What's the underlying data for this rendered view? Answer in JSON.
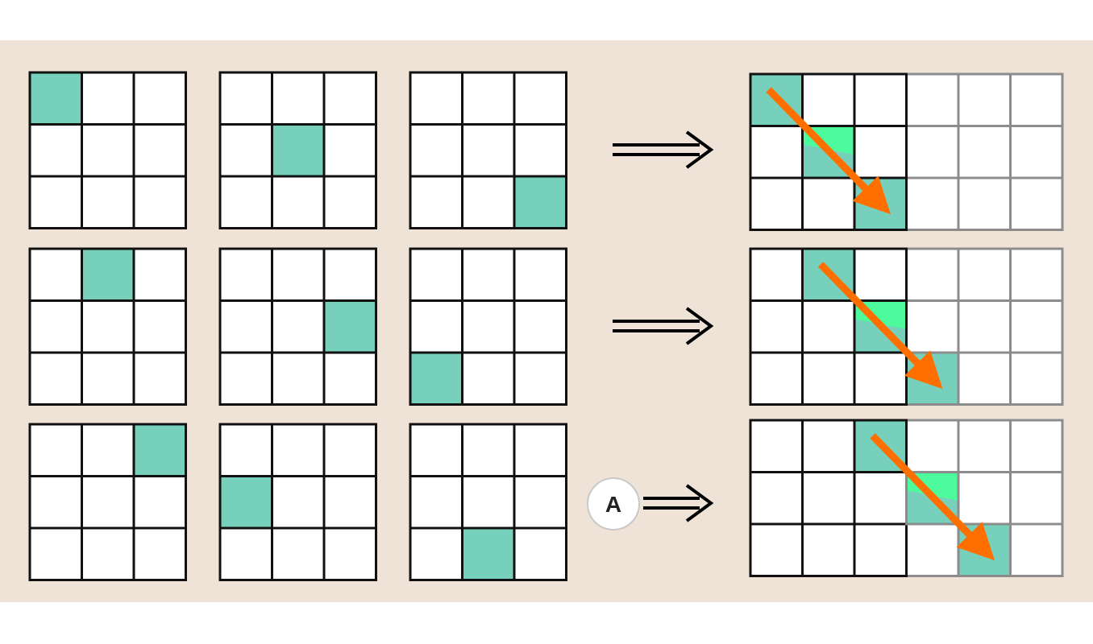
{
  "colors": {
    "background": "#efe3d8",
    "cell_fill": "#ffffff",
    "highlight": "#76d0bb",
    "highlight_bright": "#4dfb9d",
    "grid_line": "#111111",
    "grid_line_faded": "#8c8c8c",
    "arrow": "#ff6f00",
    "implication_arrow": "#000000"
  },
  "puzzle": {
    "rows": [
      {
        "grids": [
          {
            "highlight": [
              0,
              0
            ]
          },
          {
            "highlight": [
              1,
              1
            ]
          },
          {
            "highlight": [
              2,
              2
            ]
          }
        ],
        "answer": {
          "cells": [
            {
              "cell": [
                0,
                0
              ],
              "tone": "normal"
            },
            {
              "cell": [
                1,
                1
              ],
              "tone": "bright"
            },
            {
              "cell": [
                2,
                2
              ],
              "tone": "normal"
            }
          ],
          "trend_arrow": {
            "from_cell": [
              0,
              0
            ],
            "to_cell": [
              2,
              2
            ]
          }
        }
      },
      {
        "grids": [
          {
            "highlight": [
              0,
              1
            ]
          },
          {
            "highlight": [
              1,
              2
            ]
          },
          {
            "highlight": [
              2,
              0
            ]
          }
        ],
        "answer": {
          "cells": [
            {
              "cell": [
                0,
                1
              ],
              "tone": "normal"
            },
            {
              "cell": [
                1,
                2
              ],
              "tone": "bright"
            },
            {
              "cell": [
                2,
                3
              ],
              "tone": "normal"
            }
          ],
          "trend_arrow": {
            "from_cell": [
              0,
              1
            ],
            "to_cell": [
              2,
              3
            ]
          }
        }
      },
      {
        "grids": [
          {
            "highlight": [
              0,
              2
            ]
          },
          {
            "highlight": [
              1,
              0
            ]
          },
          {
            "highlight": [
              2,
              1
            ]
          }
        ],
        "answer": {
          "cells": [
            {
              "cell": [
                0,
                2
              ],
              "tone": "normal"
            },
            {
              "cell": [
                1,
                3
              ],
              "tone": "bright"
            },
            {
              "cell": [
                2,
                4
              ],
              "tone": "normal"
            }
          ],
          "trend_arrow": {
            "from_cell": [
              0,
              2
            ],
            "to_cell": [
              2,
              4
            ]
          }
        }
      }
    ],
    "option_badge": {
      "label": "A",
      "row": 2
    },
    "extended_columns": 3,
    "base_columns": 3
  }
}
